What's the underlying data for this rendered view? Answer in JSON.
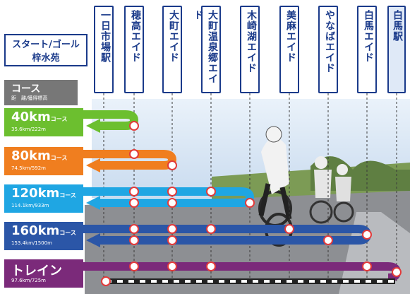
{
  "start": {
    "line1": "スタート/ゴール",
    "line2": "梓水苑"
  },
  "stations": [
    {
      "label": "一日市場駅"
    },
    {
      "label": "穂高エイド"
    },
    {
      "label": "大町エイド"
    },
    {
      "label": "大町温泉郷エイド"
    },
    {
      "label": "木崎湖エイド"
    },
    {
      "label": "美麻エイド"
    },
    {
      "label": "やなばエイド"
    },
    {
      "label": "白馬エイド"
    },
    {
      "label": "白馬駅"
    }
  ],
  "legend": {
    "title": "コース",
    "subtitle": "距　離/獲得標高"
  },
  "courses": [
    {
      "name": "40km",
      "suffix": "コース",
      "detail": "35.6km/222m",
      "color": "#6cbf2f"
    },
    {
      "name": "80km",
      "suffix": "コース",
      "detail": "74.5km/592m",
      "color": "#f07e1f"
    },
    {
      "name": "120km",
      "suffix": "コース",
      "detail": "114.1km/933m",
      "color": "#1fa6e3"
    },
    {
      "name": "160km",
      "suffix": "コース",
      "detail": "153.4km/1500m",
      "color": "#2b56a7"
    },
    {
      "name": "トレイン",
      "suffix": "",
      "detail": "97.6km/725m",
      "color": "#7b2a7a"
    }
  ]
}
